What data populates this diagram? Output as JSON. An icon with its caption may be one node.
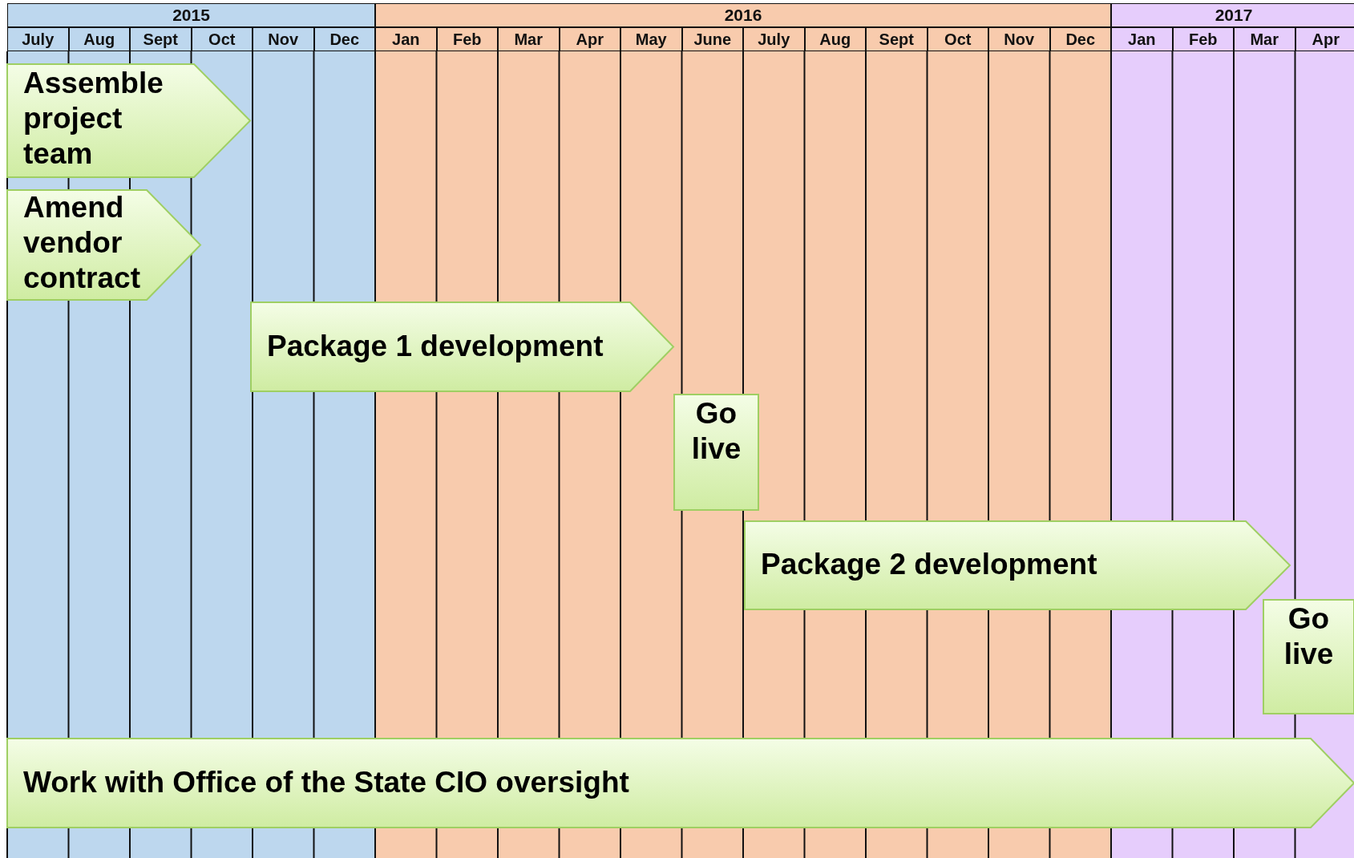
{
  "diagram": {
    "nodes": [
      {
        "text": [
          "Assemble project team"
        ]
      },
      {
        "text": [
          "Amend vendor contract"
        ]
      },
      {
        "text": [
          "Package 1 development"
        ]
      },
      {
        "text": [
          "Go live"
        ]
      },
      {
        "text": [
          "Package 2 development"
        ]
      },
      {
        "text": [
          "Go live"
        ]
      },
      {
        "text": [
          "Work with Office of the State CIO oversight"
        ]
      }
    ],
    "labels": [
      "2015",
      "2016",
      "2017",
      "July",
      "Aug",
      "Sept",
      "Oct",
      "Nov",
      "Dec",
      "Jan",
      "Feb",
      "Mar",
      "Apr",
      "May",
      "June",
      "July",
      "Aug",
      "Sept",
      "Oct",
      "Nov",
      "Dec",
      "Jan",
      "Feb",
      "Mar",
      "Apr"
    ]
  }
}
